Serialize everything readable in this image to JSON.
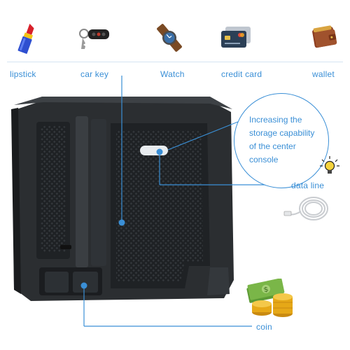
{
  "items": {
    "lipstick": "lipstick",
    "car_key": "car key",
    "watch": "Watch",
    "credit_card": "credit card",
    "wallet": "wallet"
  },
  "callout": {
    "line1": "Increasing the",
    "line2": "storage capability",
    "line3": "of the center",
    "line4": "console"
  },
  "side_items": {
    "data_line": "data line",
    "coin": "coin"
  },
  "colors": {
    "accent": "#3a8fd6",
    "tray": "#26292c",
    "lipstick_red": "#d8202a",
    "lipstick_body": "#2e4fd0",
    "lipstick_base": "#f2c417",
    "wallet_brown": "#a0522d",
    "coin_gold": "#e6a817",
    "money_green": "#7ab648"
  },
  "icons": [
    "lipstick-icon",
    "car-key-icon",
    "watch-icon",
    "credit-card-icon",
    "wallet-icon",
    "lightbulb-icon",
    "cable-icon",
    "money-coins-icon"
  ]
}
